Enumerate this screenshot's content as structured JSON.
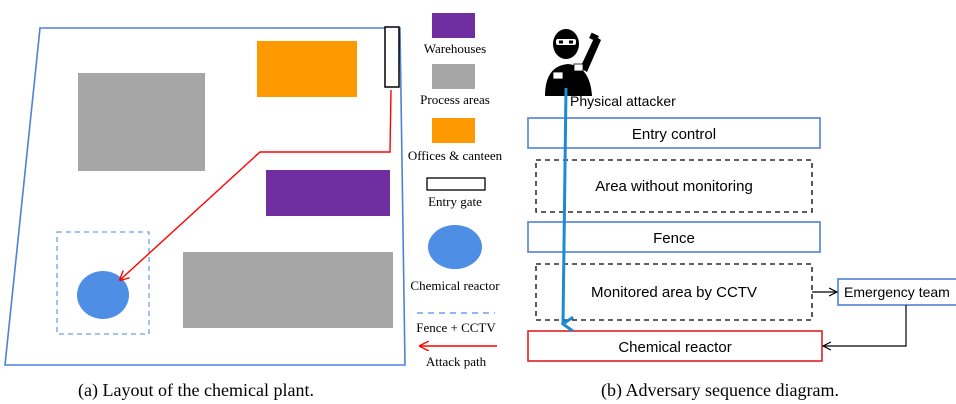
{
  "left_panel": {
    "caption": "(a) Layout of the chemical plant.",
    "legend": {
      "warehouses": "Warehouses",
      "process_areas": "Process areas",
      "offices_canteen": "Offices & canteen",
      "entry_gate": "Entry gate",
      "chemical_reactor": "Chemical reactor",
      "fence_cctv": "Fence + CCTV",
      "attack_path": "Attack path"
    },
    "colors": {
      "warehouse": "#6f2fa0",
      "process_area": "#a6a6a6",
      "offices": "#ff9900",
      "reactor": "#4f8ee5",
      "boundary": "#4f81d8",
      "fence_cctv": "#6ea1e6",
      "attack_path": "#ff0000"
    }
  },
  "right_panel": {
    "caption": "(b) Adversary sequence diagram.",
    "attacker_label": "Physical attacker",
    "attacker_icon": "attacker-icon",
    "boxes": {
      "entry_control": "Entry control",
      "area_without_monitoring": "Area without monitoring",
      "fence": "Fence",
      "monitored_area": "Monitored area by CCTV",
      "emergency_team": "Emergency team",
      "chemical_reactor": "Chemical reactor"
    },
    "colors": {
      "box_border": "#4f81d8",
      "reactor_border": "#e02020",
      "dashed_border": "#000000",
      "attack_arrow": "#1e8ad6"
    }
  }
}
